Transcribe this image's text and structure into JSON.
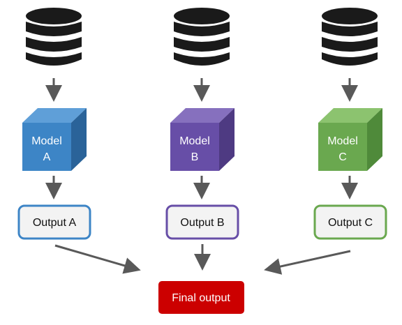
{
  "models": [
    {
      "id": "a",
      "label_line1": "Model",
      "label_line2": "A",
      "output_label": "Output A",
      "colors": {
        "front": "#3d85c6",
        "side": "#2a6399",
        "top": "#5f9fd8",
        "border": "#3d85c6"
      }
    },
    {
      "id": "b",
      "label_line1": "Model",
      "label_line2": "B",
      "output_label": "Output B",
      "colors": {
        "front": "#674ea7",
        "side": "#4e3a82",
        "top": "#8670be",
        "border": "#674ea7"
      }
    },
    {
      "id": "c",
      "label_line1": "Model",
      "label_line2": "C",
      "output_label": "Output C",
      "colors": {
        "front": "#6aa84f",
        "side": "#4f8a3a",
        "top": "#8cc36f",
        "border": "#6aa84f"
      }
    }
  ],
  "final": {
    "label": "Final output",
    "color": "#cc0000"
  },
  "colors": {
    "database": "#1a1a1a",
    "arrow": "#595959",
    "output_fill": "#f3f3f3",
    "text_dark": "#111111"
  },
  "icons": {
    "database": "database-icon",
    "model": "cube-icon"
  }
}
